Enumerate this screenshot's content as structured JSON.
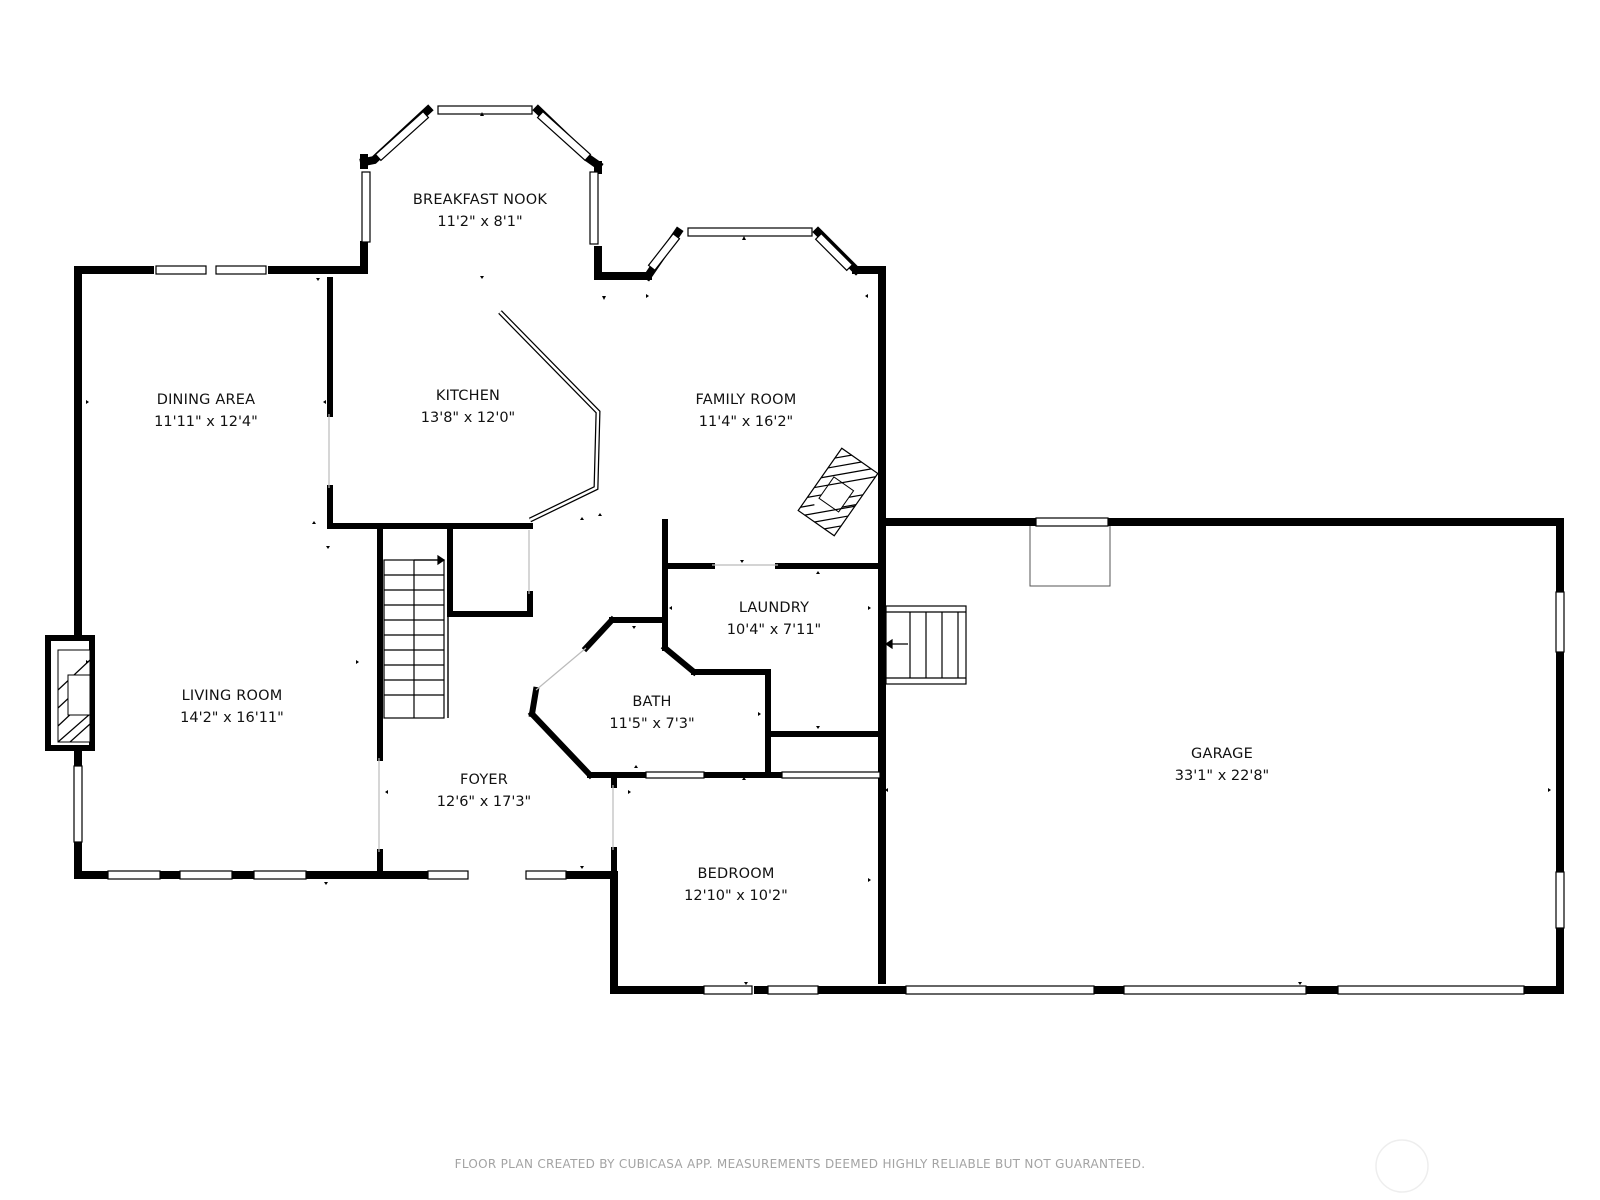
{
  "rooms": {
    "breakfast_nook": {
      "name": "BREAKFAST NOOK",
      "dim": "11'2\" x 8'1\""
    },
    "dining_area": {
      "name": "DINING AREA",
      "dim": "11'11\" x 12'4\""
    },
    "kitchen": {
      "name": "KITCHEN",
      "dim": "13'8\" x 12'0\""
    },
    "family_room": {
      "name": "FAMILY ROOM",
      "dim": "11'4\" x 16'2\""
    },
    "laundry": {
      "name": "LAUNDRY",
      "dim": "10'4\" x 7'11\""
    },
    "living_room": {
      "name": "LIVING ROOM",
      "dim": "14'2\" x 16'11\""
    },
    "bath": {
      "name": "BATH",
      "dim": "11'5\" x 7'3\""
    },
    "foyer": {
      "name": "FOYER",
      "dim": "12'6\" x 17'3\""
    },
    "garage": {
      "name": "GARAGE",
      "dim": "33'1\" x 22'8\""
    },
    "bedroom": {
      "name": "BEDROOM",
      "dim": "12'10\" x 10'2\""
    }
  },
  "footer": "FLOOR PLAN CREATED BY CUBICASA APP. MEASUREMENTS DEEMED HIGHLY RELIABLE BUT NOT GUARANTEED.",
  "colors": {
    "wall": "#000000",
    "background": "#ffffff",
    "footer_text": "#a3a3a3"
  }
}
